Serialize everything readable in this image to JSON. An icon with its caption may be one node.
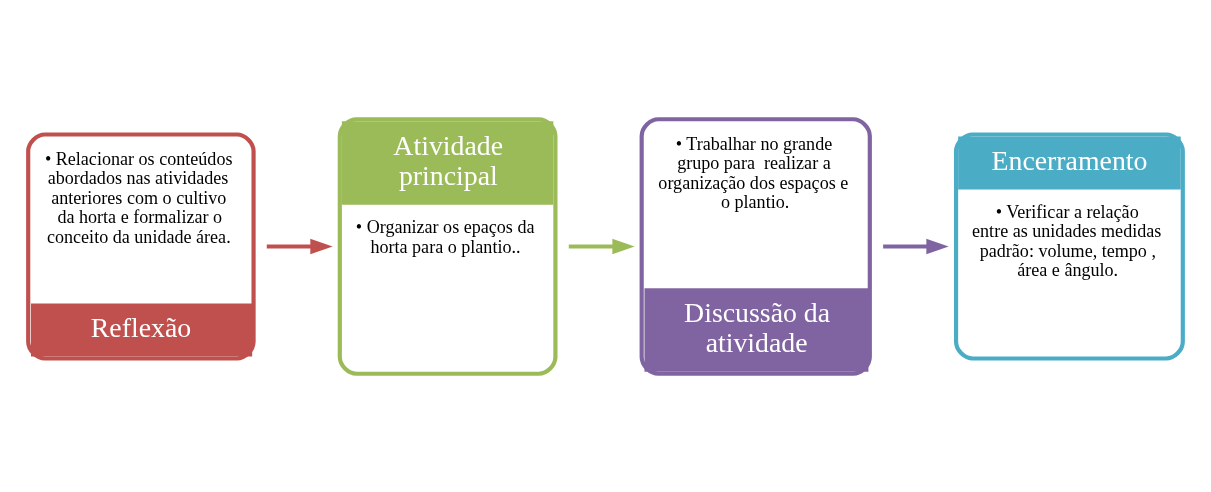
{
  "diagram": {
    "nodes": [
      {
        "text": [
          "• Relacionar os conteúdos abordados nas atividades anteriores com o cultivo da horta e formalizar o conceito da unidade área.",
          "Reflexão"
        ]
      },
      {
        "text": [
          "Atividade principal",
          "• Organizar os epaços da horta para o plantio.."
        ]
      },
      {
        "text": [
          "• Trabalhar no grande grupo para  realizar a organização dos espaços e o plantio.",
          "Discussão da atividade"
        ]
      },
      {
        "text": [
          "Encerramento",
          "• Verificar a relação entre as unidades medidas padrão: volume, tempo , área e ângulo."
        ]
      }
    ],
    "edges": [
      {
        "from": 0,
        "to": 1,
        "arrow": "to",
        "color": "#c0504d"
      },
      {
        "from": 1,
        "to": 2,
        "arrow": "to",
        "color": "#9bbb59"
      },
      {
        "from": 2,
        "to": 3,
        "arrow": "to",
        "color": "#8064a2"
      }
    ]
  }
}
